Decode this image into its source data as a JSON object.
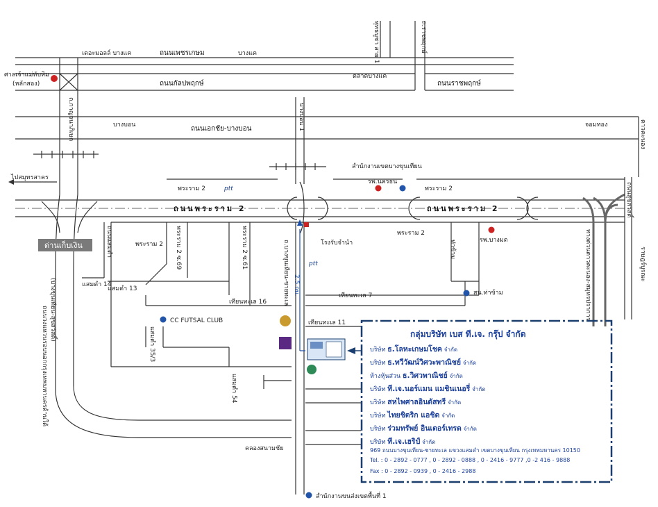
{
  "roads": {
    "phetkasem": "ถนนเพชรเกษม",
    "kanlapaphruek": "ถนนกัลปพฤกษ์",
    "ratchaphruek": "ถนนราชพฤกษ์",
    "ekachai": "ถนนเอกชัย-บางบอน",
    "rama2_main": "ถนนพระราม 2",
    "rama2_right": "ถนนพระราม 2",
    "kanchanaphisek": "ถ.กาญจนาภิเษก",
    "phutthabucha_sai1": "พุทธบูชา สาย 1",
    "ratchaphruek_v": "ถ.ราชพฤกษ์",
    "bang_bon_1": "บางบอน 1",
    "bang_khun_thian_chaithale": "ถ.บางขุนเทียน-ชายทะเล",
    "dao_khanong": "ดาวคะนอง",
    "suksawat": "ถนนสุขสวัสดิ์",
    "ratburana": "ราษฎร์บูรณะ",
    "expressway": "ทางด่วนดาวคะนอง-สมุทรปราการ",
    "outer_ring": "ถนนวงแหวนรอบนอกกรุงเทพมหานครด้านใต้",
    "outer_ring_sub": "(บางขุนเทียน-สุขสวัสดิ์)",
    "samae_dam": "ถนนแสมดำ",
    "rama2_69": "พระราม 2 ซ.69",
    "rama2_61": "พระราม 2 ซ.61",
    "samae_dam_14": "แสมดำ 14",
    "samae_dam_13": "แสมดำ 13",
    "tian_thale_16": "เทียนทะเล 16",
    "tian_thale_7": "เทียนทะเล 7",
    "tian_thale_11": "เทียนทะเล 11",
    "samae_dam_35_3": "แสมดำ 35/3",
    "samae_dam_54": "แสมดำ 54",
    "tha_kham": "ท่าข้าม",
    "klong_sanam_chai": "คลองสนามชัย",
    "distance": "2.5 กม."
  },
  "places": {
    "seacon": "เดอะมอลล์ บางแค",
    "bang_khae": "บางแค",
    "talat_bang_khae": "ตลาดบางแค",
    "bang_bon": "บางบอน",
    "chom_thong": "จอมทอง",
    "shrine": "ศาลเจ้าแม่ทับทิม",
    "shrine_sub": "(หลักสอง)",
    "district_office": "สำนักงานเขตบางขุนเทียน",
    "hospital_nakhon": "รพ.นครธน",
    "hospital_bangmod": "รพ.บางมด",
    "police_tha_kham": "สน.ท่าข้าม",
    "water_plant": "โรงรับจำนำ",
    "to_samut_sakhon": "ไปสมุทรสาคร",
    "toll": "ด่านเก็บเงิน",
    "cc_futsal": "CC FUTSAL CLUB",
    "revenue_office": "สำนักงานขนส่งเขตพื้นที่ 1",
    "rama2_a": "พระราม 2",
    "rama2_b": "พระราม 2",
    "rama2_c": "พระราม 2",
    "rama2_d": "พระราม 2",
    "ptt_1": "ptt",
    "ptt_2": "ptt"
  },
  "company": {
    "title": "กลุ่มบริษัท เบส ที.เจ. กรุ๊ป จำกัด",
    "lines": [
      {
        "prefix": "บริษัท",
        "name": "ธ.โลหะเกษมโชค",
        "suffix": "จำกัด"
      },
      {
        "prefix": "บริษัท",
        "name": "ธ.ทวีวัฒน์วิศวะพาณิชย์",
        "suffix": "จำกัด"
      },
      {
        "prefix": "ห้างหุ้นส่วน",
        "name": "ธ.วิศวพาณิชย์",
        "suffix": "จำกัด"
      },
      {
        "prefix": "บริษัท",
        "name": "ที.เจ.นอร์แมน แมชินเนอรี่",
        "suffix": "จำกัด"
      },
      {
        "prefix": "บริษัท",
        "name": "สหไพศาลอินดัสทรี",
        "suffix": "จำกัด"
      },
      {
        "prefix": "บริษัท",
        "name": "ไทยชิตริก แอชิด",
        "suffix": "จำกัด"
      },
      {
        "prefix": "บริษัท",
        "name": "ร่วมทรัพย์ อินเตอร์เทรด",
        "suffix": "จำกัด"
      },
      {
        "prefix": "บริษัท",
        "name": "ที.เจ.เฮริป์",
        "suffix": "จำกัด"
      }
    ],
    "address": "969 ถนนบางขุนเทียน-ชายทะเล แขวงแสมดำ เขตบางขุนเทียน กรุงเทพมหานคร 10150",
    "tel": "Tel. : 0 - 2892 - 0777 , 0 - 2892 - 0888 , 0 - 2416 - 9777 ,0 -2 416 - 9888",
    "fax": "Fax : 0 - 2892 - 0939 , 0 - 2416 - 2988"
  },
  "colors": {
    "road": "#333333",
    "box_border": "#1a3f6f",
    "company_text": "#1a3f9a",
    "marker_red": "#cc2222",
    "marker_blue": "#2255aa",
    "toll_bg": "#7a7a7a"
  }
}
